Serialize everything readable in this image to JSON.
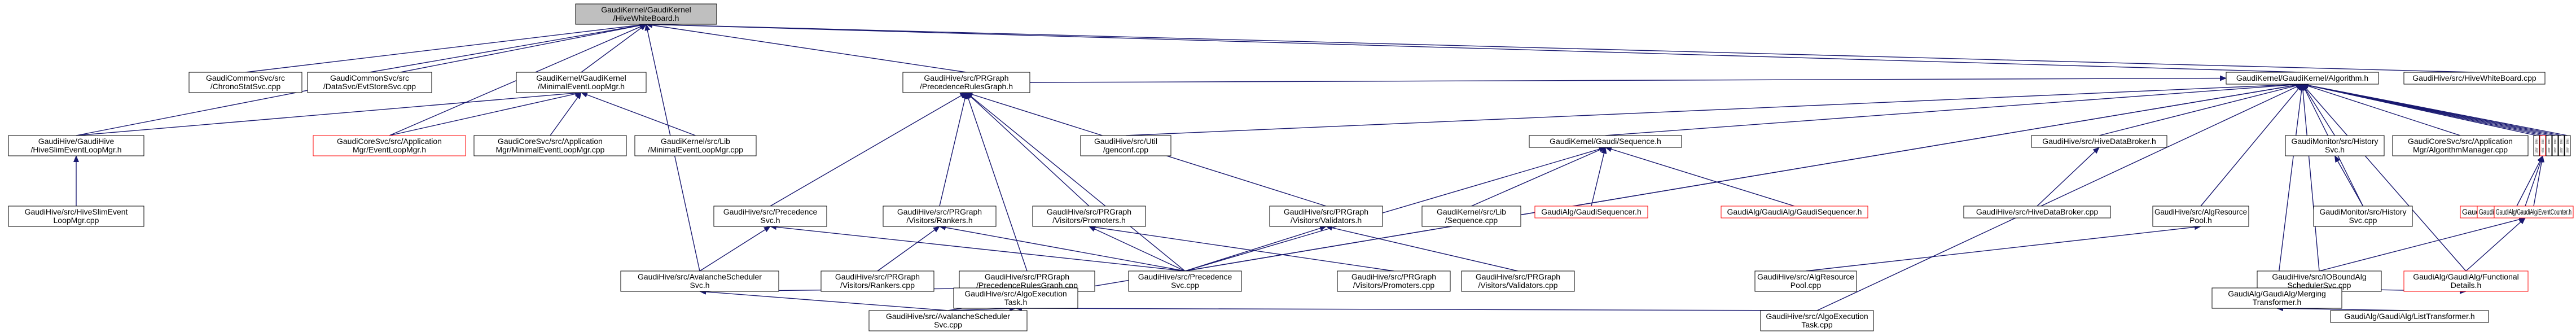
{
  "nodes": [
    {
      "id": "root",
      "lines": [
        "GaudiKernel/GaudiKernel",
        "/HiveWhiteBoard.h"
      ],
      "style": "root"
    },
    {
      "id": "chrono",
      "lines": [
        "GaudiCommonSvc/src",
        "/ChronoStatSvc.cpp"
      ],
      "style": "normal"
    },
    {
      "id": "datasvc",
      "lines": [
        "GaudiCommonSvc/src",
        "/DataSvc/EvtStoreSvc.cpp"
      ],
      "style": "normal"
    },
    {
      "id": "minimalh",
      "lines": [
        "GaudiKernel/GaudiKernel",
        "/MinimalEventLoopMgr.h"
      ],
      "style": "normal"
    },
    {
      "id": "pr_prec",
      "lines": [
        "GaudiHive/src/PRGraph",
        "/PrecedenceRulesGraph.h"
      ],
      "style": "normal"
    },
    {
      "id": "algorithmh",
      "lines": [
        "GaudiKernel/GaudiKernel/Algorithm.h"
      ],
      "style": "normal"
    },
    {
      "id": "hivewb",
      "lines": [
        "GaudiHive/src/HiveWhiteBoard.cpp"
      ],
      "style": "normal"
    },
    {
      "id": "hiveslimh",
      "lines": [
        "GaudiHive/GaudiHive",
        "/HiveSlimEventLoopMgr.h"
      ],
      "style": "normal"
    },
    {
      "id": "eventloopmgrh",
      "lines": [
        "GaudiCoreSvc/src/Application",
        "Mgr/EventLoopMgr.h"
      ],
      "style": "red"
    },
    {
      "id": "minimalcpp",
      "lines": [
        "GaudiCoreSvc/src/Application",
        "Mgr/MinimalEventLoopMgr.cpp"
      ],
      "style": "normal"
    },
    {
      "id": "libminimal",
      "lines": [
        "GaudiKernel/src/Lib",
        "/MinimalEventLoopMgr.cpp"
      ],
      "style": "normal"
    },
    {
      "id": "genconf",
      "lines": [
        "GaudiHive/src/Util",
        "/genconf.cpp"
      ],
      "style": "normal"
    },
    {
      "id": "sequenceh",
      "lines": [
        "GaudiKernel/Gaudi/Sequence.h"
      ],
      "style": "normal"
    },
    {
      "id": "hivedatabrokerh",
      "lines": [
        "GaudiHive/src/HiveDataBroker.h"
      ],
      "style": "normal"
    },
    {
      "id": "historysvch",
      "lines": [
        "GaudiMonitor/src/History",
        "Svc.h"
      ],
      "style": "normal"
    },
    {
      "id": "algmgr",
      "lines": [
        "GaudiCoreSvc/src/Application",
        "Mgr/AlgorithmManager.cpp"
      ],
      "style": "normal"
    },
    {
      "id": "pyalgo",
      "lines": [
        "GaudiPython/src/Lib",
        "/Algorithm.cpp"
      ],
      "style": "normal"
    },
    {
      "id": "gkalgoh",
      "lines": [
        "GaudiKernel/GaudiKernel",
        "/Algorithm.h"
      ],
      "style": "red"
    },
    {
      "id": "algohist",
      "lines": [
        "GaudiKernel/src/Lib",
        "/AlgorithmHistory.cpp"
      ],
      "style": "normal"
    },
    {
      "id": "algtool",
      "lines": [
        "GaudiKernel/src/Lib",
        "/AlgTool.cpp"
      ],
      "style": "normal"
    },
    {
      "id": "bootstrap",
      "lines": [
        "GaudiKernel/src/Lib",
        "/Bootstrap.cpp"
      ],
      "style": "normal"
    },
    {
      "id": "datahandle",
      "lines": [
        "GaudiKernel/src/Lib",
        "/DataObjectHandleBase.cpp"
      ],
      "style": "normal"
    },
    {
      "id": "hiveslimcpp",
      "lines": [
        "GaudiHive/src/HiveSlimEvent",
        "LoopMgr.cpp"
      ],
      "style": "normal"
    },
    {
      "id": "precsvch",
      "lines": [
        "GaudiHive/src/Precedence",
        "Svc.h"
      ],
      "style": "normal"
    },
    {
      "id": "rankersh",
      "lines": [
        "GaudiHive/src/PRGraph",
        "/Visitors/Rankers.h"
      ],
      "style": "normal"
    },
    {
      "id": "promotersh",
      "lines": [
        "GaudiHive/src/PRGraph",
        "/Visitors/Promoters.h"
      ],
      "style": "normal"
    },
    {
      "id": "validatorsh",
      "lines": [
        "GaudiHive/src/PRGraph",
        "/Visitors/Validators.h"
      ],
      "style": "normal"
    },
    {
      "id": "libsequence",
      "lines": [
        "GaudiKernel/src/Lib",
        "/Sequence.cpp"
      ],
      "style": "normal"
    },
    {
      "id": "gaudisequencerh",
      "lines": [
        "GaudiAlg/GaudiSequencer.h"
      ],
      "style": "red"
    },
    {
      "id": "algsequencerh",
      "lines": [
        "GaudiAlg/GaudiAlg/GaudiSequencer.h"
      ],
      "style": "red"
    },
    {
      "id": "hivedatabrokercpp",
      "lines": [
        "GaudiHive/src/HiveDataBroker.cpp"
      ],
      "style": "normal"
    },
    {
      "id": "algresourceh",
      "lines": [
        "GaudiHive/src/AlgResource",
        "Pool.h"
      ],
      "style": "normal"
    },
    {
      "id": "historysvccpp",
      "lines": [
        "GaudiMonitor/src/History",
        "Svc.cpp"
      ],
      "style": "normal"
    },
    {
      "id": "fixtespath",
      "lines": [
        "GaudiAlg/GaudiAlg/FixTESPath.h"
      ],
      "style": "red"
    },
    {
      "id": "gaudialgoh",
      "lines": [
        "GaudiAlg/GaudiAlg/GaudiAlgorithm.h"
      ],
      "style": "red"
    },
    {
      "id": "eventcounter",
      "lines": [
        "GaudiAlg/GaudiAlg/EventCounter.h"
      ],
      "style": "red"
    },
    {
      "id": "avalanchesvch",
      "lines": [
        "GaudiHive/src/AvalancheScheduler",
        "Svc.h"
      ],
      "style": "normal"
    },
    {
      "id": "rankerscpp",
      "lines": [
        "GaudiHive/src/PRGraph",
        "/Visitors/Rankers.cpp"
      ],
      "style": "normal"
    },
    {
      "id": "precgraphcpp",
      "lines": [
        "GaudiHive/src/PRGraph",
        "/PrecedenceRulesGraph.cpp"
      ],
      "style": "normal"
    },
    {
      "id": "precsvccpp",
      "lines": [
        "GaudiHive/src/Precedence",
        "Svc.cpp"
      ],
      "style": "normal"
    },
    {
      "id": "promoterscpp",
      "lines": [
        "GaudiHive/src/PRGraph",
        "/Visitors/Promoters.cpp"
      ],
      "style": "normal"
    },
    {
      "id": "validatorscpp",
      "lines": [
        "GaudiHive/src/PRGraph",
        "/Visitors/Validators.cpp"
      ],
      "style": "normal"
    },
    {
      "id": "algresourcecpp",
      "lines": [
        "GaudiHive/src/AlgResource",
        "Pool.cpp"
      ],
      "style": "normal"
    },
    {
      "id": "ioboundsvc",
      "lines": [
        "GaudiHive/src/IOBoundAlg",
        "SchedulerSvc.cpp"
      ],
      "style": "normal"
    },
    {
      "id": "functionaldetails",
      "lines": [
        "GaudiAlg/GaudiAlg/Functional",
        "Details.h"
      ],
      "style": "red"
    },
    {
      "id": "algotaskh",
      "lines": [
        "GaudiHive/src/AlgoExecution",
        "Task.h"
      ],
      "style": "normal"
    },
    {
      "id": "mergingtransformer",
      "lines": [
        "GaudiAlg/GaudiAlg/Merging",
        "Transformer.h"
      ],
      "style": "normal"
    },
    {
      "id": "avalanchesvccpp",
      "lines": [
        "GaudiHive/src/AvalancheScheduler",
        "Svc.cpp"
      ],
      "style": "normal"
    },
    {
      "id": "algotaskcpp",
      "lines": [
        "GaudiHive/src/AlgoExecution",
        "Task.cpp"
      ],
      "style": "normal"
    },
    {
      "id": "listtransformer",
      "lines": [
        "GaudiAlg/GaudiAlg/ListTransformer.h"
      ],
      "style": "normal"
    }
  ],
  "edges": [
    [
      "chrono",
      "root"
    ],
    [
      "datasvc",
      "root"
    ],
    [
      "minimalh",
      "root"
    ],
    [
      "pr_prec",
      "root"
    ],
    [
      "algorithmh",
      "root"
    ],
    [
      "hivewb",
      "root"
    ],
    [
      "hiveslimh",
      "root"
    ],
    [
      "eventloopmgrh",
      "root"
    ],
    [
      "avalanchesvch",
      "root"
    ],
    [
      "hiveslimh",
      "minimalh"
    ],
    [
      "eventloopmgrh",
      "minimalh"
    ],
    [
      "minimalcpp",
      "minimalh"
    ],
    [
      "libminimal",
      "minimalh"
    ],
    [
      "hiveslimcpp",
      "hiveslimh"
    ],
    [
      "precsvch",
      "pr_prec"
    ],
    [
      "rankersh",
      "pr_prec"
    ],
    [
      "promotersh",
      "pr_prec"
    ],
    [
      "validatorsh",
      "pr_prec"
    ],
    [
      "precgraphcpp",
      "pr_prec"
    ],
    [
      "precsvccpp",
      "pr_prec"
    ],
    [
      "pr_prec",
      "algorithmh"
    ],
    [
      "genconf",
      "algorithmh"
    ],
    [
      "sequenceh",
      "algorithmh"
    ],
    [
      "hivedatabrokerh",
      "algorithmh"
    ],
    [
      "historysvch",
      "algorithmh"
    ],
    [
      "algmgr",
      "algorithmh"
    ],
    [
      "pyalgo",
      "algorithmh"
    ],
    [
      "gkalgoh",
      "algorithmh"
    ],
    [
      "algohist",
      "algorithmh"
    ],
    [
      "algtool",
      "algorithmh"
    ],
    [
      "bootstrap",
      "algorithmh"
    ],
    [
      "datahandle",
      "algorithmh"
    ],
    [
      "algresourceh",
      "algorithmh"
    ],
    [
      "historysvccpp",
      "algorithmh"
    ],
    [
      "precsvccpp",
      "algorithmh"
    ],
    [
      "ioboundsvc",
      "algorithmh"
    ],
    [
      "mergingtransformer",
      "algorithmh"
    ],
    [
      "functionaldetails",
      "algorithmh"
    ],
    [
      "avalanchesvccpp",
      "algorithmh"
    ],
    [
      "algotaskcpp",
      "algorithmh"
    ],
    [
      "libsequence",
      "sequenceh"
    ],
    [
      "gaudisequencerh",
      "sequenceh"
    ],
    [
      "algsequencerh",
      "sequenceh"
    ],
    [
      "precsvccpp",
      "sequenceh"
    ],
    [
      "hivedatabrokercpp",
      "hivedatabrokerh"
    ],
    [
      "historysvccpp",
      "historysvch"
    ],
    [
      "fixtespath",
      "gkalgoh"
    ],
    [
      "gaudialgoh",
      "gkalgoh"
    ],
    [
      "eventcounter",
      "gkalgoh"
    ],
    [
      "avalanchesvch",
      "precsvch"
    ],
    [
      "precsvccpp",
      "precsvch"
    ],
    [
      "rankerscpp",
      "rankersh"
    ],
    [
      "precsvccpp",
      "rankersh"
    ],
    [
      "promoterscpp",
      "promotersh"
    ],
    [
      "precsvccpp",
      "promotersh"
    ],
    [
      "validatorscpp",
      "validatorsh"
    ],
    [
      "precsvccpp",
      "validatorsh"
    ],
    [
      "algresourcecpp",
      "algresourceh"
    ],
    [
      "ioboundsvc",
      "gaudialgoh"
    ],
    [
      "functionaldetails",
      "gaudialgoh"
    ],
    [
      "mergingtransformer",
      "functionaldetails"
    ],
    [
      "algotaskh",
      "avalanchesvch"
    ],
    [
      "avalanchesvccpp",
      "avalanchesvch"
    ],
    [
      "avalanchesvccpp",
      "algotaskh"
    ],
    [
      "algotaskcpp",
      "algotaskh"
    ],
    [
      "listtransformer",
      "mergingtransformer"
    ]
  ],
  "colors": {
    "edge": "#191970",
    "node_border": "#000000",
    "red_border": "#ff0000",
    "root_fill": "#bfbfbf"
  }
}
